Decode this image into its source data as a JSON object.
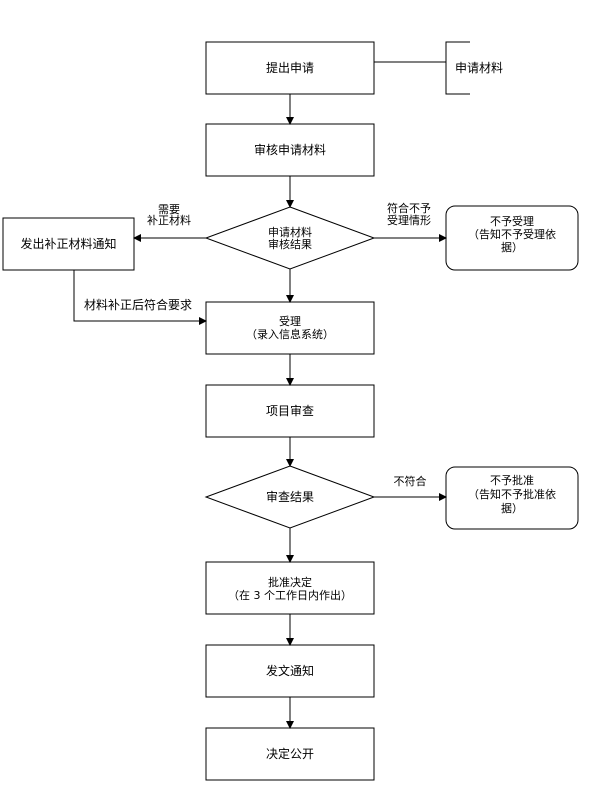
{
  "nodes": {
    "submit": "提出申请",
    "materials": "申请材料",
    "review_materials": "审核申请材料",
    "decision1_line1": "申请材料",
    "decision1_line2": "审核结果",
    "need_supplement_line1": "需要",
    "need_supplement_line2": "补正材料",
    "supplement_notice": "发出补正材料通知",
    "meet_not_accept_line1": "符合不予",
    "meet_not_accept_line2": "受理情形",
    "reject_accept_line1": "不予受理",
    "reject_accept_line2": "（告知不予受理依",
    "reject_accept_line3": "据）",
    "after_supplement": "材料补正后符合要求",
    "accept_line1": "受理",
    "accept_line2": "（录入信息系统）",
    "project_review": "项目审查",
    "decision2": "审查结果",
    "not_meet": "不符合",
    "reject_approve_line1": "不予批准",
    "reject_approve_line2": "（告知不予批准依",
    "reject_approve_line3": "据）",
    "approve_line1": "批准决定",
    "approve_line2": "（在 3 个工作日内作出）",
    "issue_notice": "发文通知",
    "publish": "决定公开"
  }
}
